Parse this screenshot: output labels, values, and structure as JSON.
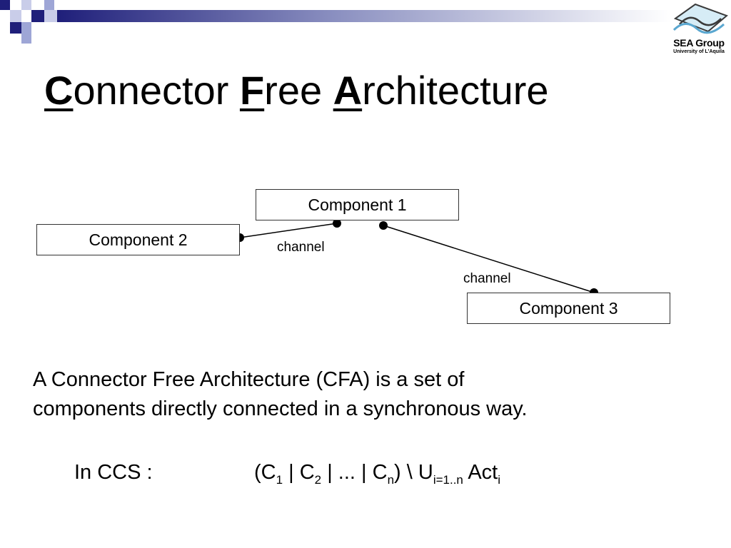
{
  "title": {
    "word1_initial": "C",
    "word1_rest": "onnector",
    "word2_initial": "F",
    "word2_rest": "ree",
    "word3_initial": "A",
    "word3_rest": "rchitecture"
  },
  "logo": {
    "line1": "SEA Group",
    "line2": "University of L'Aquila"
  },
  "diagram": {
    "components": [
      "Component 1",
      "Component 2",
      "Component 3"
    ],
    "channel_label": "channel"
  },
  "description": {
    "line1": "A Connector Free Architecture  (CFA) is a set of",
    "line2": "components directly connected in a synchronous way."
  },
  "ccs": {
    "label": "In CCS :",
    "open": "(C",
    "s1": "1",
    "sep1": " | C",
    "s2": "2",
    "sep2": " | ... | C",
    "sn": "n",
    "close": ") \\ U",
    "range": "i=1..n",
    "act": " Act",
    "ai": "i"
  },
  "colors": {
    "accent": "#1f1f7a",
    "light_accent": "#9ea6d6"
  }
}
